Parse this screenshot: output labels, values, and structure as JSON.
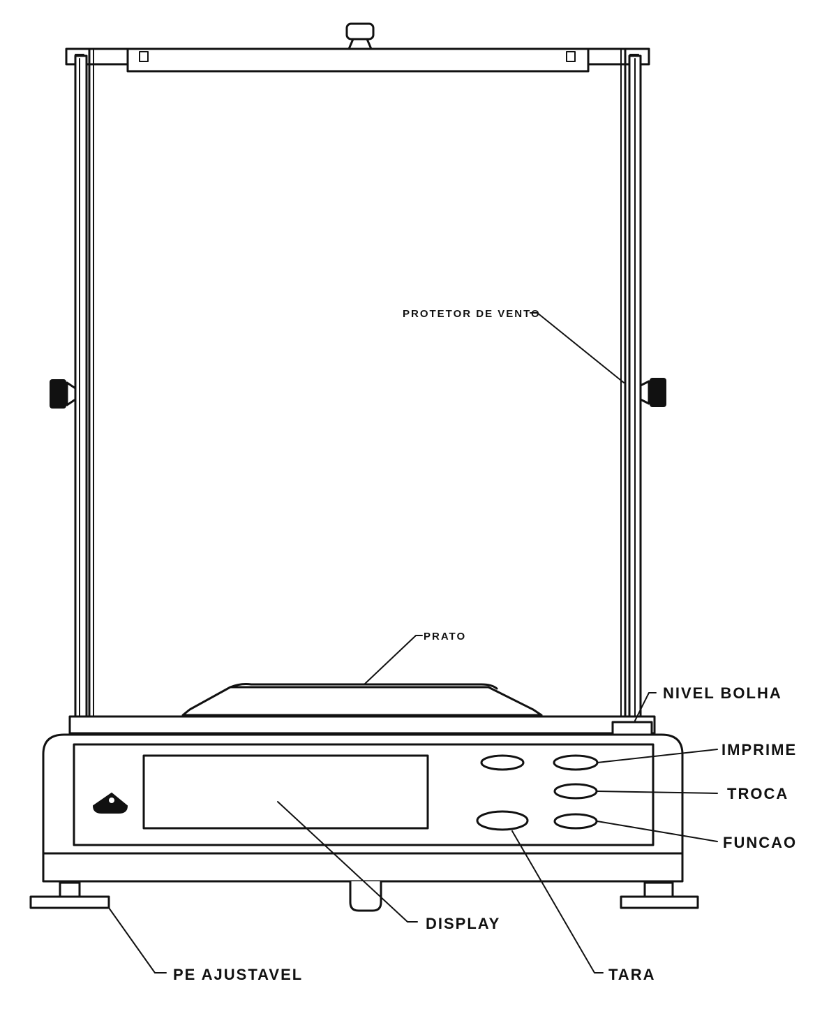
{
  "labels": {
    "protetor_de_vento": "PROTETOR DE VENTO",
    "prato": "PRATO",
    "nivel_bolha": "NIVEL BOLHA",
    "imprime": "IMPRIME",
    "troca": "TROCA",
    "funcao": "FUNCAO",
    "display": "DISPLAY",
    "tara": "TARA",
    "pe_ajustavel": "PE AJUSTAVEL"
  },
  "colors": {
    "ink": "#111111",
    "paper": "#ffffff"
  },
  "icons": {
    "logo": "triangle-logo-icon"
  }
}
